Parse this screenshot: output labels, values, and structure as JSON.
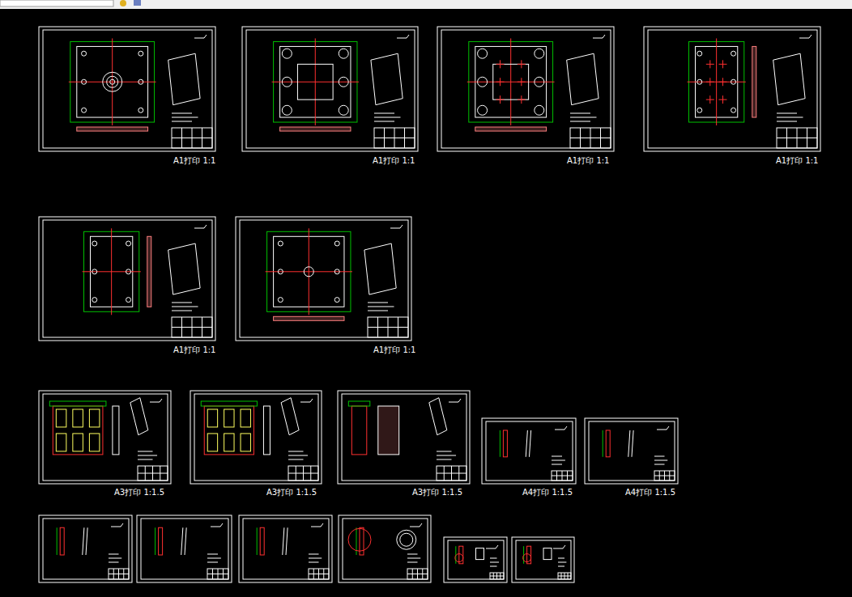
{
  "diagram": {
    "labels": [
      "A1打印 1:1",
      "A1打印 1:1",
      "A1打印 1:1",
      "A1打印 1:1",
      "A1打印 1:1",
      "A1打印 1:1",
      "A3打印 1:1.5",
      "A3打印 1:1.5",
      "A3打印 1:1.5",
      "A4打印 1:1.5",
      "A4打印 1:1.5"
    ]
  }
}
